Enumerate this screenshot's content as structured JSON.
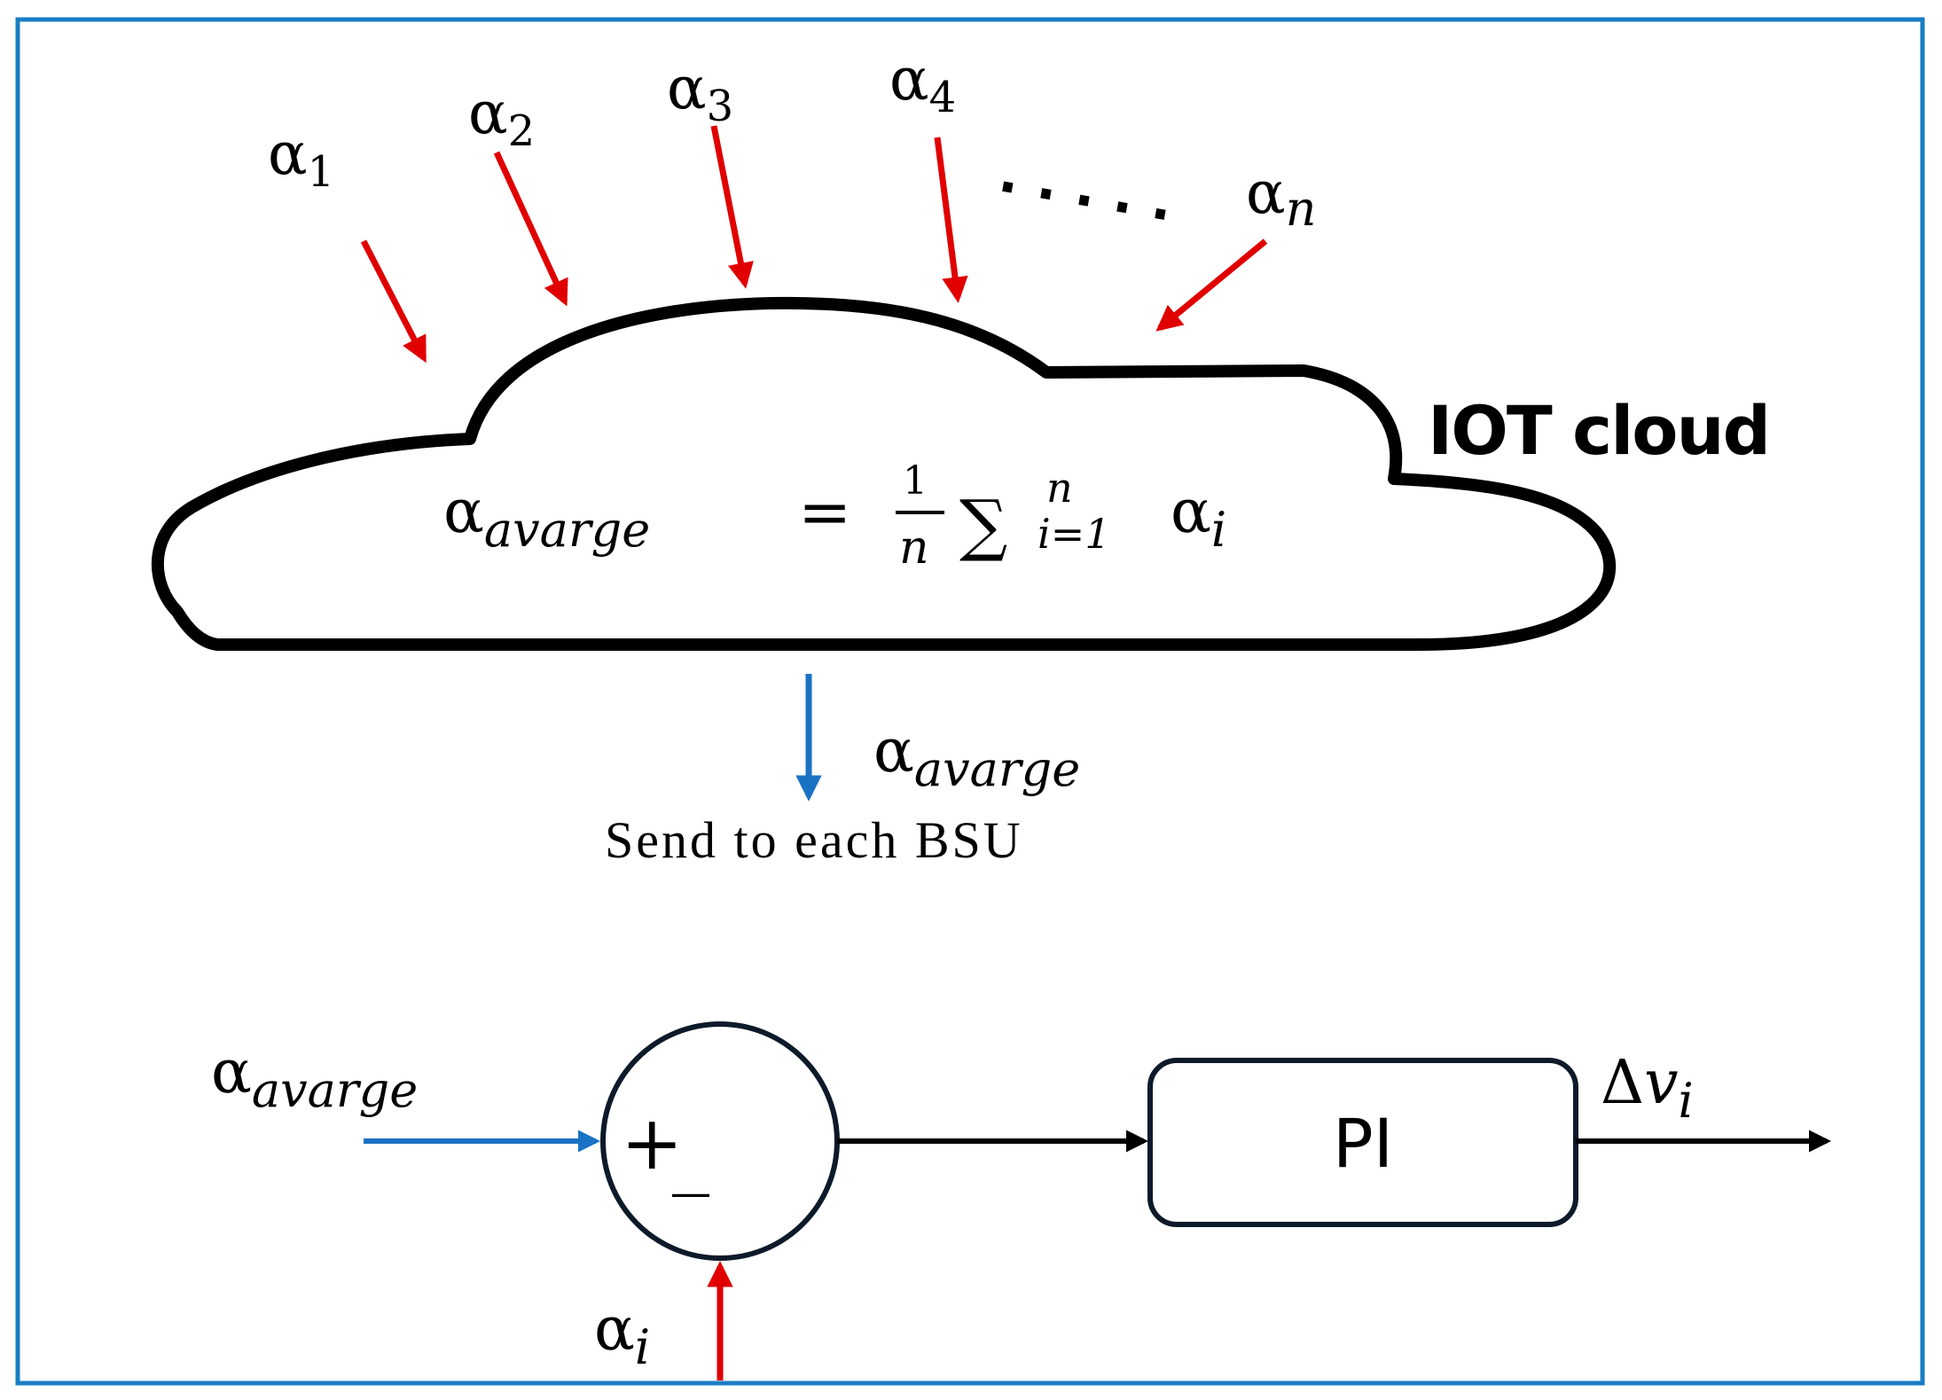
{
  "colors": {
    "frame": "#1a7dc4",
    "input_arrows": "#e00000",
    "average_arrows": "#1a72c4",
    "stroke": "#000000"
  },
  "inputs": {
    "alpha_symbol": "α",
    "subscripts": [
      "1",
      "2",
      "3",
      "4"
    ],
    "ellipsis": ". . . . .",
    "last_subscript": "n"
  },
  "cloud": {
    "label": "IOT cloud",
    "formula": {
      "lhs_symbol": "α",
      "lhs_subscript": "avarge",
      "equals": "=",
      "frac_num": "1",
      "frac_den": "n",
      "sum": "∑",
      "sum_sup": "n",
      "sum_sub": "i=1",
      "term_symbol": "α",
      "term_subscript": "i"
    }
  },
  "broadcast": {
    "symbol": "α",
    "subscript": "avarge",
    "caption": "Send to each BSU"
  },
  "controller": {
    "input_symbol": "α",
    "input_subscript": "avarge",
    "plus": "+",
    "minus": "_",
    "feedback_symbol": "α",
    "feedback_subscript": "i",
    "block_label": "PI",
    "output_delta": "Δ",
    "output_symbol": "v",
    "output_subscript": "i"
  }
}
